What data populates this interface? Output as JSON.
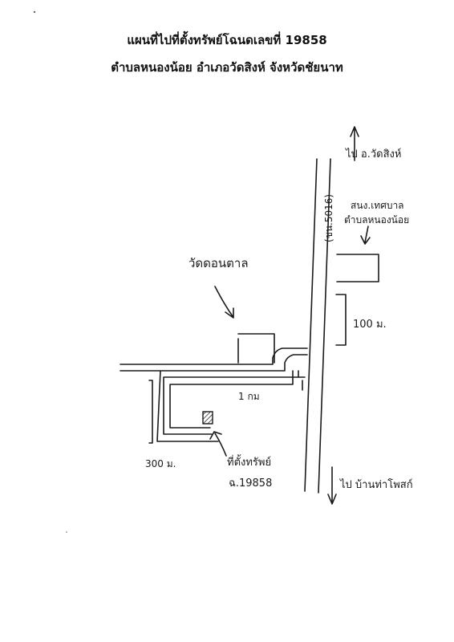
{
  "header": {
    "title_line1": "แผนที่ไปที่ตั้งทรัพย์โฉนดเลขที่ 19858",
    "title_line2": "ตำบลหนองน้อย อำเภอวัดสิงห์ จังหวัดชัยนาท"
  },
  "map": {
    "road_label": "(ชน.5016)",
    "north_label": "ไป อ.วัดสิงห์",
    "south_label": "ไป บ้านท่าโพสก์",
    "municipality_label_line1": "สนง.เทศบาล",
    "municipality_label_line2": "ตำบลหนองน้อย",
    "temple_label": "วัดดอนตาล",
    "distance_right": "100 ม.",
    "distance_left": "300 ม.",
    "distance_side": "1 กม",
    "property_label_line1": "ที่ตั้งทรัพย์",
    "property_label_line2": "ฉ.19858"
  }
}
